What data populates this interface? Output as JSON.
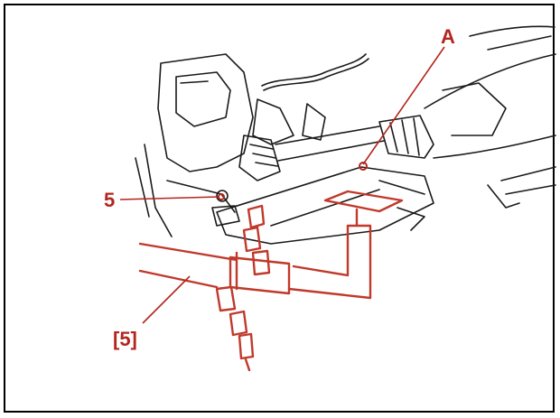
{
  "colors": {
    "callout": "#b3261e",
    "tool": "#c0392b",
    "line_art": "#1a1a1a",
    "frame": "#000000"
  },
  "callouts": {
    "point_a": "A",
    "item_5": "5",
    "tool_5": "[5]"
  }
}
